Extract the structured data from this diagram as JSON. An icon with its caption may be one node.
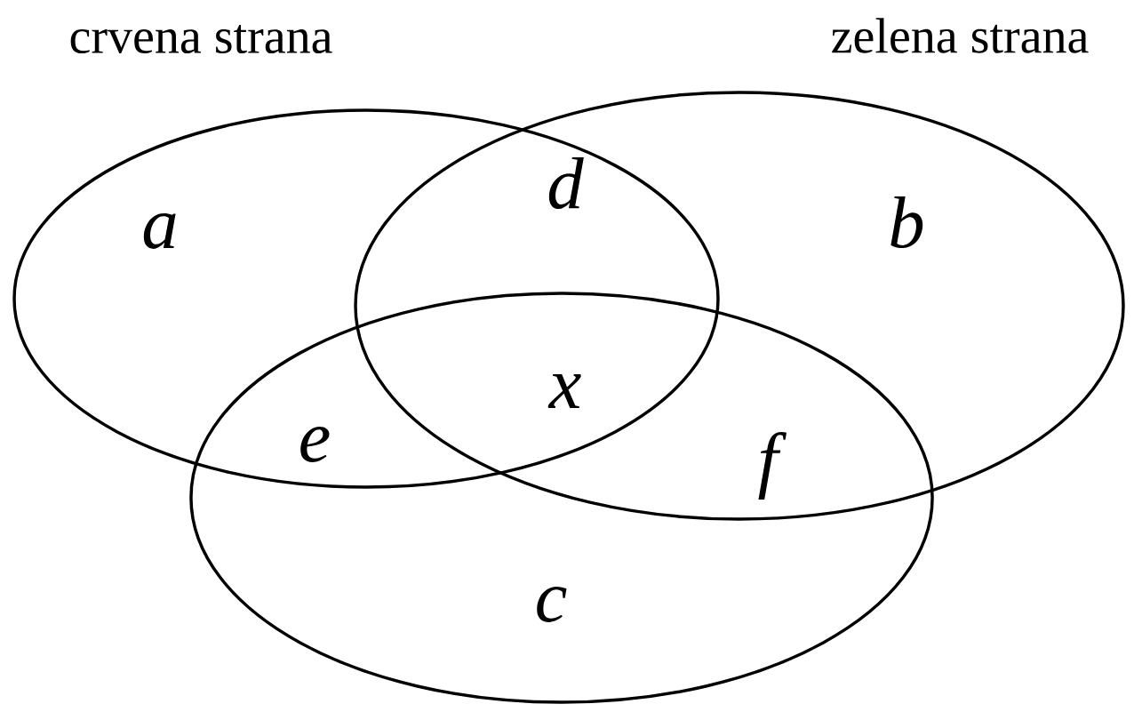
{
  "diagram": {
    "nodes": [
      {
        "text": [
          "crvena strana"
        ]
      },
      {
        "text": [
          "zelena strana"
        ]
      },
      {
        "text": [],
        "shape": "ellipse"
      }
    ],
    "labels": [
      "a",
      "d",
      "b",
      "x",
      "e",
      "f",
      "c"
    ]
  }
}
